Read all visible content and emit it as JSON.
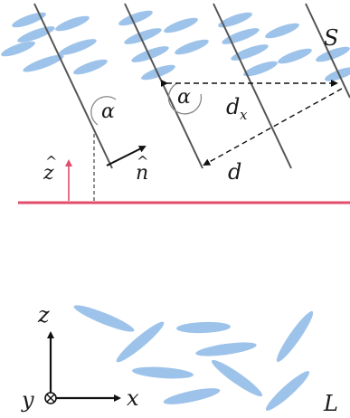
{
  "top_panel": {
    "phase_label": "S",
    "alpha_label_1": "α",
    "alpha_label_2": "α",
    "dx_label": "d",
    "dx_subscript": "x",
    "d_label": "d",
    "n_label": "n",
    "n_hat": "^",
    "z_label": "z",
    "z_hat": "^"
  },
  "bottom_panel": {
    "phase_label": "L",
    "axis_z_label": "z",
    "axis_x_label": "x",
    "axis_y_label": "y"
  },
  "colors": {
    "molecule": "#9ec3ea",
    "layer_line": "#555555",
    "substrate": "#e14d6b",
    "z_arrow": "#e14d6b"
  }
}
